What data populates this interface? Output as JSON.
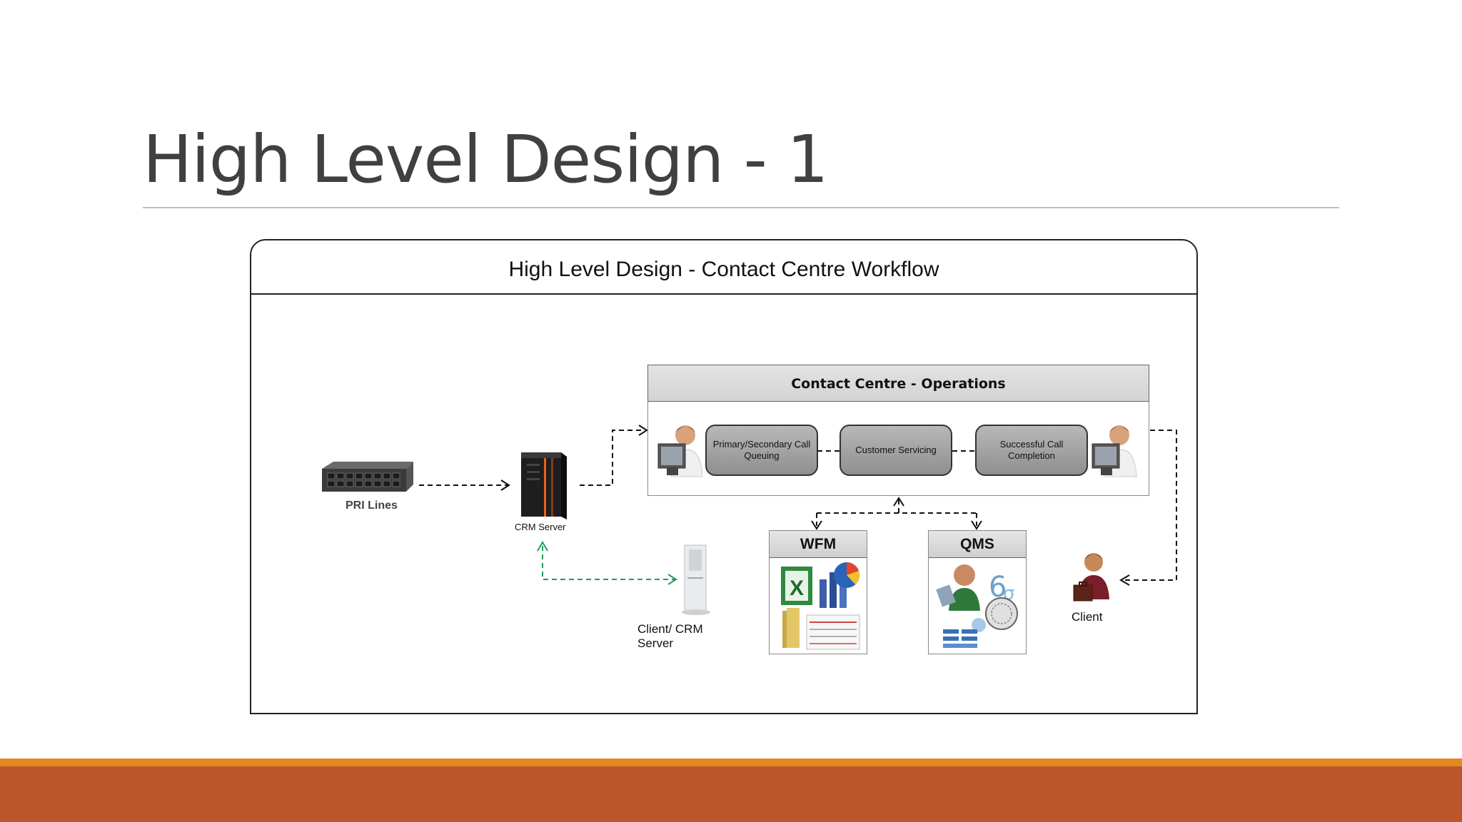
{
  "slide": {
    "title": "High Level Design - 1"
  },
  "diagram": {
    "header": "High Level Design - Contact Centre Workflow",
    "ops_header": "Contact Centre - Operations",
    "steps": [
      "Primary/Secondary Call Queuing",
      "Customer Servicing",
      "Successful Call Completion"
    ],
    "tools": [
      "WFM",
      "QMS"
    ],
    "labels": {
      "pri_lines": "PRI Lines",
      "crm_server": "CRM Server",
      "client_crm_line1": "Client/ CRM",
      "client_crm_line2": "Server",
      "client": "Client"
    },
    "colors": {
      "orange_stripe": "#E2891F",
      "rust_band": "#BC562A",
      "green_link": "#1E9E5A"
    }
  }
}
